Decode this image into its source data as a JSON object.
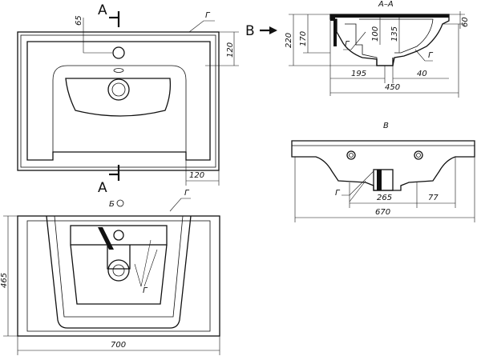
{
  "section_label": "А",
  "section_title": "А–А",
  "view_b_label": "В",
  "view_b_title": "В",
  "detail_marker": "Б",
  "radius_label": "Г",
  "dims": {
    "top_65": "65",
    "top_120_right": "120",
    "top_120_bottom": "120",
    "sec_220": "220",
    "sec_170": "170",
    "sec_100": "100",
    "sec_135": "135",
    "sec_60": "60",
    "sec_195": "195",
    "sec_40": "40",
    "sec_450": "450",
    "vb_265": "265",
    "vb_77": "77",
    "vb_670": "670",
    "bot_465": "465",
    "bot_700": "700"
  }
}
